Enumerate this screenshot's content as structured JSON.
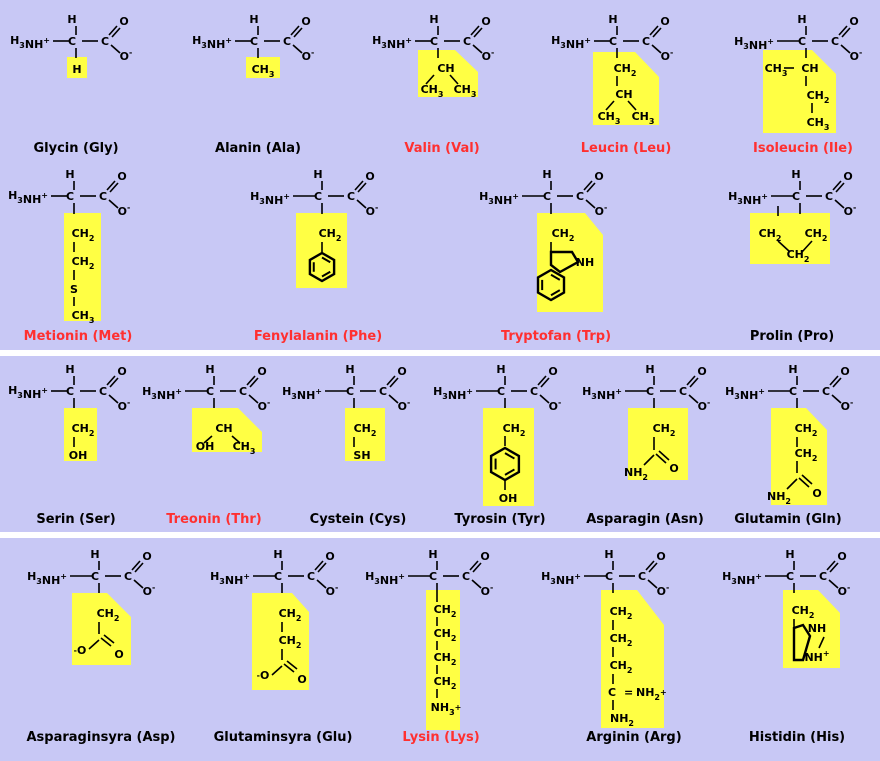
{
  "colors": {
    "panel": "#c8c8f5",
    "sidechain": "#ffff44",
    "essential": "#ff3030",
    "normal": "#000000",
    "separator": "#ffffff"
  },
  "labels": {
    "h": "H",
    "c": "C",
    "o": "O",
    "minus": "-",
    "plus": "+",
    "three": "3",
    "two": "2",
    "equals": "=",
    "oh": "OH",
    "sh": "SH",
    "s": "S",
    "nh": "NH"
  },
  "amino_acids": [
    {
      "name": "Glycin (Gly)",
      "essential": false
    },
    {
      "name": "Alanin (Ala)",
      "essential": false
    },
    {
      "name": "Valin (Val)",
      "essential": true
    },
    {
      "name": "Leucin (Leu)",
      "essential": true
    },
    {
      "name": "Isoleucin (Ile)",
      "essential": true
    },
    {
      "name": "Metionin (Met)",
      "essential": true
    },
    {
      "name": "Fenylalanin (Phe)",
      "essential": true
    },
    {
      "name": "Tryptofan (Trp)",
      "essential": true
    },
    {
      "name": "Prolin (Pro)",
      "essential": false
    },
    {
      "name": "Serin (Ser)",
      "essential": false
    },
    {
      "name": "Treonin (Thr)",
      "essential": true
    },
    {
      "name": "Cystein (Cys)",
      "essential": false
    },
    {
      "name": "Tyrosin (Tyr)",
      "essential": false
    },
    {
      "name": "Asparagin (Asn)",
      "essential": false
    },
    {
      "name": "Glutamin (Gln)",
      "essential": false
    },
    {
      "name": "Asparaginsyra (Asp)",
      "essential": false
    },
    {
      "name": "Glutaminsyra (Glu)",
      "essential": false
    },
    {
      "name": "Lysin (Lys)",
      "essential": true
    },
    {
      "name": "Arginin (Arg)",
      "essential": false
    },
    {
      "name": "Histidin (His)",
      "essential": false
    }
  ]
}
